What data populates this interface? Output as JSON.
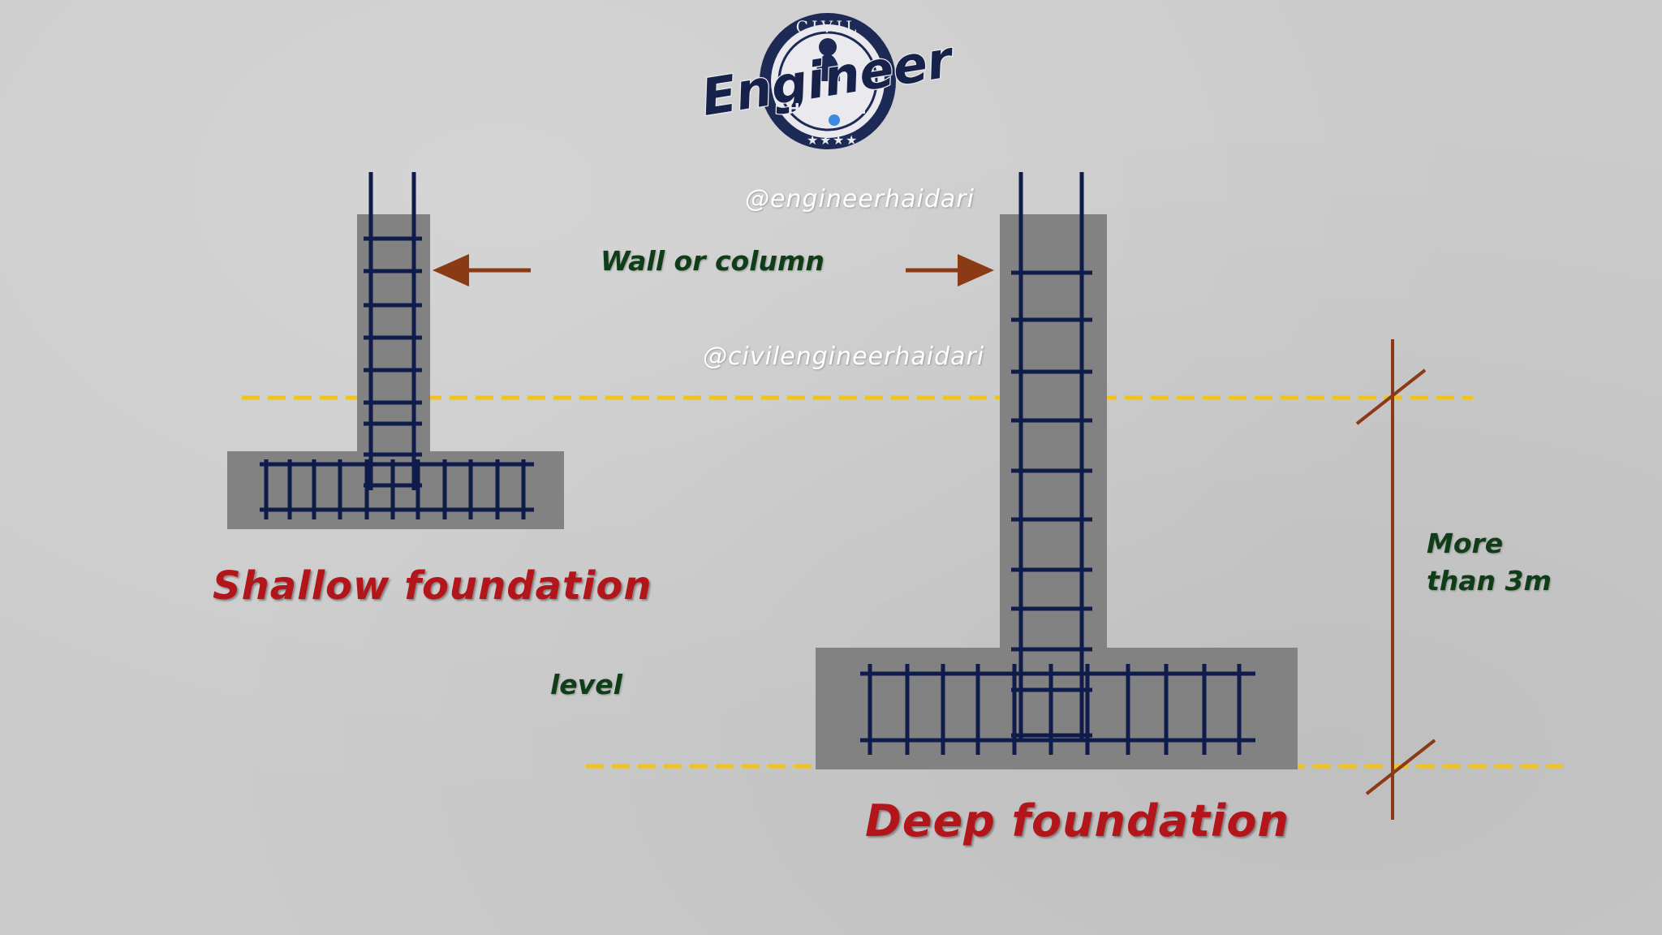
{
  "logo": {
    "top_text": "CIVIL",
    "main_text": "Engineer",
    "bottom_text": "HAIDARI"
  },
  "handles": {
    "primary": "@engineerhaidari",
    "secondary": "@civilengineerhaidari"
  },
  "labels": {
    "wall_or_column": "Wall or column",
    "level": "level",
    "depth": [
      "More",
      "than 3m"
    ]
  },
  "titles": {
    "shallow": "Shallow foundation",
    "deep": "Deep foundation"
  },
  "colors": {
    "concrete": "#828282",
    "rebar": "#0f1b4a",
    "arrow": "#8a3b16",
    "level_line": "#f3c21c",
    "title": "#b3161a",
    "label": "#0f3d17",
    "handle": "#ffffff",
    "dimension": "#8a3b16"
  }
}
